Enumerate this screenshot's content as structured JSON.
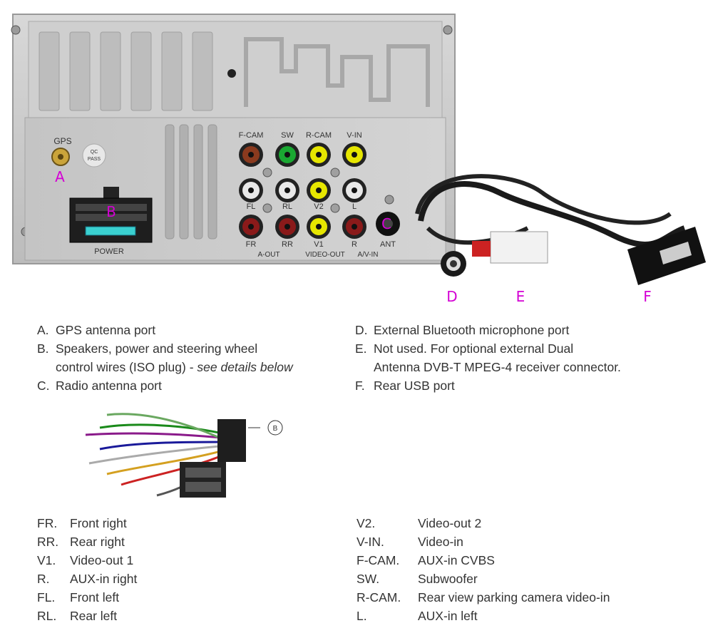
{
  "panel": {
    "port_labels": [
      "F-CAM",
      "SW",
      "R-CAM",
      "V-IN",
      "FL",
      "RL",
      "V2",
      "L",
      "FR",
      "RR",
      "V1",
      "R",
      "ANT"
    ],
    "group_labels": [
      "A-OUT",
      "VIDEO-OUT",
      "A/V-IN"
    ],
    "gps_label": "GPS",
    "qc_stamp": [
      "QC",
      "PASS"
    ],
    "power_label": "POWER"
  },
  "callouts": {
    "a": "A",
    "b": "B",
    "c": "C",
    "d": "D",
    "e": "E",
    "f": "F"
  },
  "colors": {
    "callout": "#d400d4",
    "red": "#8a1a1a",
    "white": "#e8e8e8",
    "yellow": "#e6e600",
    "green": "#1aa832",
    "brown": "#8a3a1e"
  },
  "legend_left": [
    {
      "key": "A.",
      "lines": [
        "GPS antenna port"
      ]
    },
    {
      "key": "B.",
      "lines": [
        "Speakers, power and steering wheel",
        "control wires (ISO plug) - "
      ],
      "note": "see details below"
    },
    {
      "key": "C.",
      "lines": [
        "Radio antenna port"
      ]
    }
  ],
  "legend_right": [
    {
      "key": "D.",
      "lines": [
        "External Bluetooth microphone port"
      ]
    },
    {
      "key": "E.",
      "lines": [
        "Not used. For optional external Dual",
        "Antenna DVB-T MPEG-4 receiver connector."
      ]
    },
    {
      "key": "F.",
      "lines": [
        "Rear USB port"
      ]
    }
  ],
  "harness_tag": "B",
  "abbreviations_left": [
    {
      "abbr": "FR.",
      "meaning": "Front right"
    },
    {
      "abbr": "RR.",
      "meaning": "Rear right"
    },
    {
      "abbr": "V1.",
      "meaning": "Video-out 1"
    },
    {
      "abbr": "R.",
      "meaning": "AUX-in right"
    },
    {
      "abbr": "FL.",
      "meaning": "Front left"
    },
    {
      "abbr": "RL.",
      "meaning": "Rear left"
    }
  ],
  "abbreviations_right": [
    {
      "abbr": "V2.",
      "meaning": "Video-out 2"
    },
    {
      "abbr": "V-IN.",
      "meaning": "Video-in"
    },
    {
      "abbr": "F-CAM.",
      "meaning": "AUX-in CVBS"
    },
    {
      "abbr": "SW.",
      "meaning": "Subwoofer"
    },
    {
      "abbr": "R-CAM.",
      "meaning": "Rear view parking camera video-in"
    },
    {
      "abbr": "L.",
      "meaning": "AUX-in left"
    }
  ]
}
